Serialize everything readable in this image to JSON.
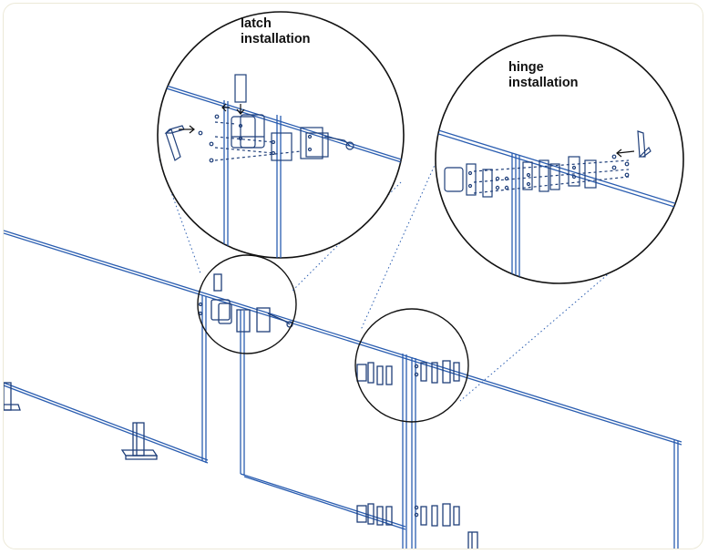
{
  "diagram": {
    "callouts": [
      {
        "id": "latch",
        "label": "latch\ninstallation"
      },
      {
        "id": "hinge",
        "label": "hinge\ninstallation"
      }
    ],
    "colors": {
      "glass_edge": "#2a5db0",
      "detail_line": "#1f3f7a",
      "callout_circle": "#111111",
      "leader_dotted": "#2a5db0",
      "frame_border": "#ece9d8"
    },
    "icons": [
      "hex-key-icon",
      "screw-icon",
      "arrow-icon",
      "latch-icon",
      "hinge-plate-icon",
      "glass-spigot-icon"
    ]
  }
}
